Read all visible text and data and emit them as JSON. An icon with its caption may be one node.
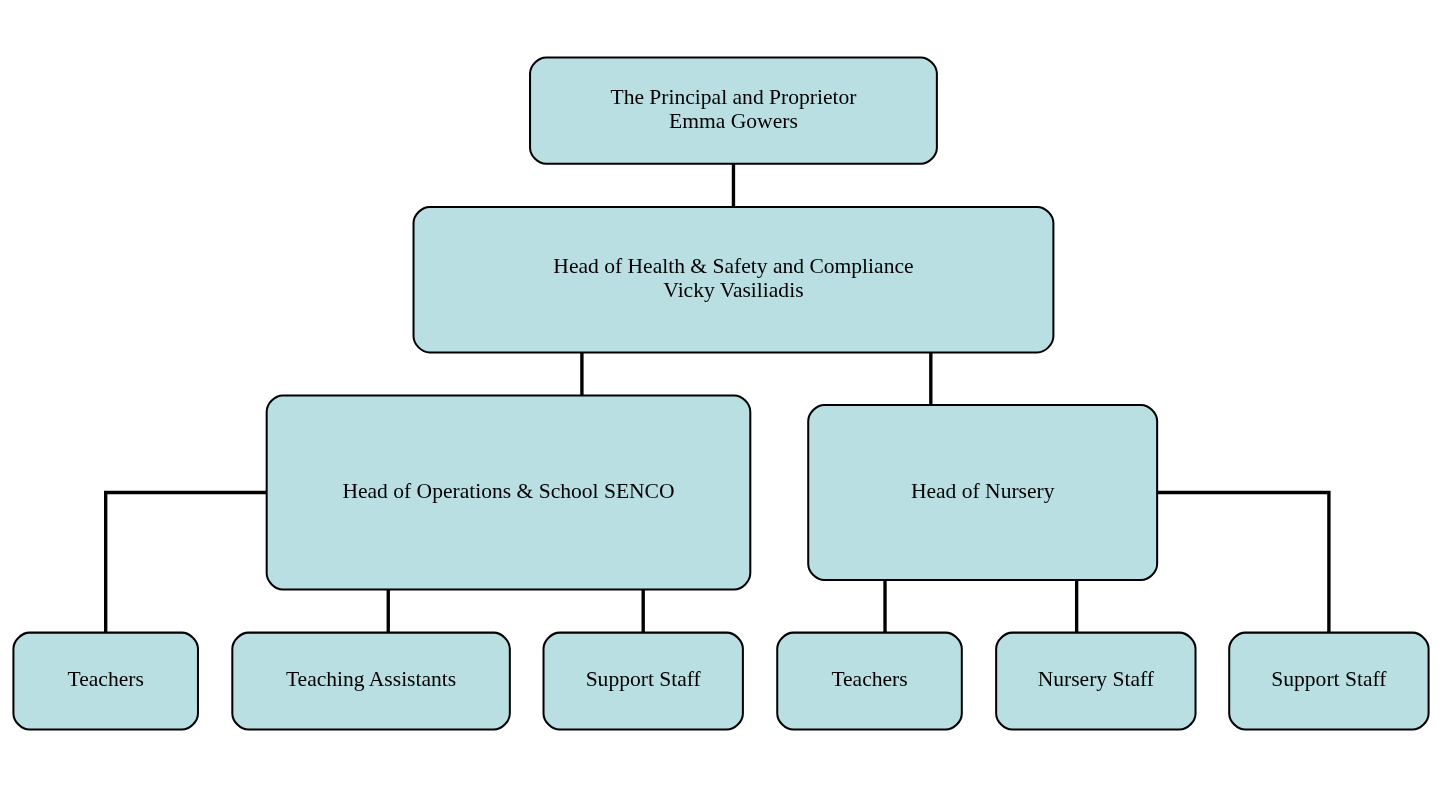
{
  "diagram": {
    "nodes": [
      {
        "text": [
          "The Principal and Proprietor",
          "Emma Gowers"
        ]
      },
      {
        "text": [
          "Head of Health & Safety and Compliance",
          "Vicky Vasiliadis"
        ]
      },
      {
        "text": [
          "Head of Operations & School SENCO"
        ]
      },
      {
        "text": [
          "Head of Nursery"
        ]
      },
      {
        "text": [
          "Teachers"
        ]
      },
      {
        "text": [
          "Teaching Assistants"
        ]
      },
      {
        "text": [
          "Support Staff"
        ]
      },
      {
        "text": [
          "Teachers"
        ]
      },
      {
        "text": [
          "Nursery Staff"
        ]
      },
      {
        "text": [
          "Support Staff"
        ]
      }
    ],
    "edges": [
      {
        "from": 0,
        "to": 1,
        "arrow": "none"
      },
      {
        "from": 1,
        "to": 2,
        "arrow": "none"
      },
      {
        "from": 1,
        "to": 3,
        "arrow": "none"
      },
      {
        "from": 2,
        "to": 4,
        "arrow": "none"
      },
      {
        "from": 2,
        "to": 5,
        "arrow": "none"
      },
      {
        "from": 2,
        "to": 6,
        "arrow": "none"
      },
      {
        "from": 3,
        "to": 7,
        "arrow": "none"
      },
      {
        "from": 3,
        "to": 8,
        "arrow": "none"
      },
      {
        "from": 3,
        "to": 9,
        "arrow": "none"
      }
    ]
  }
}
